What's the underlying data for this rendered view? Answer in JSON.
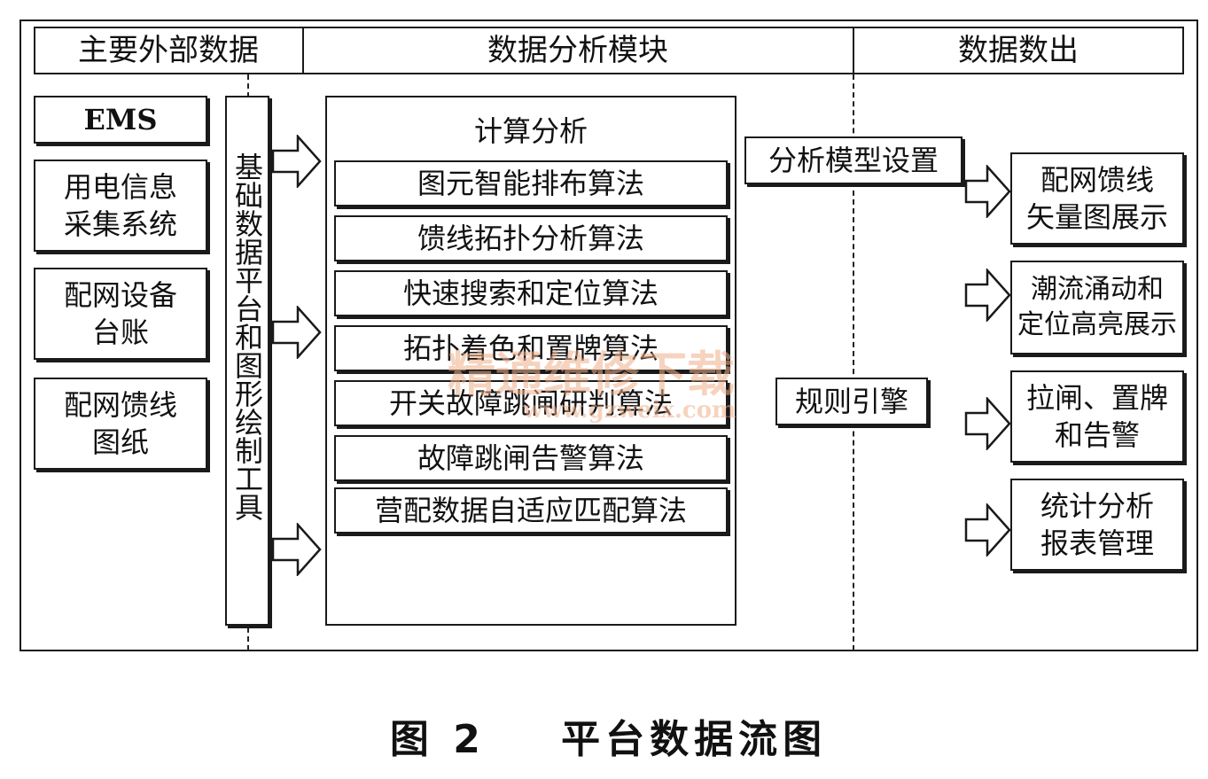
{
  "header": {
    "col1": "主要外部数据",
    "col2": "数据分析模块",
    "col3": "数据数出"
  },
  "inputs": [
    {
      "label": "EMS"
    },
    {
      "label": "用电信息\n采集系统"
    },
    {
      "label": "配网设备\n台账"
    },
    {
      "label": "配网馈线\n图纸"
    }
  ],
  "platform": {
    "label": "基础数据平台和图形绘制工具"
  },
  "analysis": {
    "title": "计算分析",
    "algorithms": [
      "图元智能排布算法",
      "馈线拓扑分析算法",
      "快速搜索和定位算法",
      "拓扑着色和置牌算法",
      "开关故障跳闸研判算法",
      "故障跳闸告警算法",
      "营配数据自适应匹配算法"
    ]
  },
  "middle": {
    "model_setting": "分析模型设置",
    "rule_engine": "规则引擎"
  },
  "outputs": [
    "配网馈线\n矢量图展示",
    "潮流涌动和\n定位高亮展示",
    "拉闸、置牌\n和告警",
    "统计分析\n报表管理"
  ],
  "watermark": {
    "line1": "精通维修下载",
    "line2": "www.gzweix.com"
  },
  "caption": "图 2    平台数据流图"
}
